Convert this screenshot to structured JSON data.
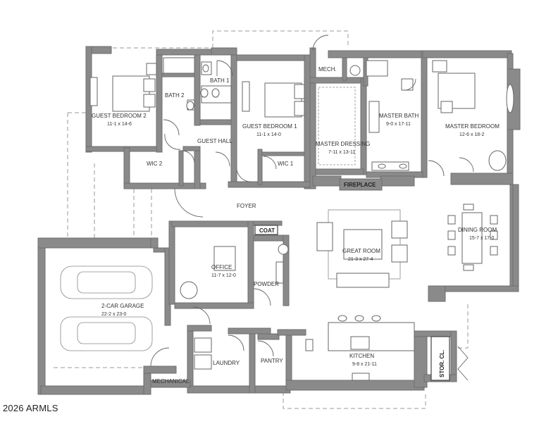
{
  "rooms": [
    {
      "id": "guest-bedroom-2",
      "name": "GUEST BEDROOM 2",
      "dim": "11-1 x 14-6"
    },
    {
      "id": "bath-2",
      "name": "BATH 2",
      "dim": ""
    },
    {
      "id": "bath-1",
      "name": "BATH 1",
      "dim": ""
    },
    {
      "id": "guest-bedroom-1",
      "name": "GUEST BEDROOM 1",
      "dim": "11-1 x 14-0"
    },
    {
      "id": "mech",
      "name": "MECH.",
      "dim": ""
    },
    {
      "id": "master-dressing",
      "name": "MASTER DRESSING",
      "dim": "7-11 x 13-11"
    },
    {
      "id": "master-bath",
      "name": "MASTER BATH",
      "dim": "9-0 x 17-11"
    },
    {
      "id": "master-bedroom",
      "name": "MASTER BEDROOM",
      "dim": "12-6 x 18-2"
    },
    {
      "id": "guest-hall",
      "name": "GUEST HALL",
      "dim": ""
    },
    {
      "id": "wic-2",
      "name": "WIC 2",
      "dim": ""
    },
    {
      "id": "wic-1",
      "name": "WIC 1",
      "dim": ""
    },
    {
      "id": "fireplace",
      "name": "FIREPLACE",
      "dim": ""
    },
    {
      "id": "foyer",
      "name": "FOYER",
      "dim": ""
    },
    {
      "id": "coat",
      "name": "COAT",
      "dim": ""
    },
    {
      "id": "dining-room",
      "name": "DINING ROOM",
      "dim": "15-7 x 17-0"
    },
    {
      "id": "office",
      "name": "OFFICE",
      "dim": "11-7 x 12-0"
    },
    {
      "id": "great-room",
      "name": "GREAT ROOM",
      "dim": "21-3 x 27-4"
    },
    {
      "id": "powder",
      "name": "POWDER",
      "dim": ""
    },
    {
      "id": "garage",
      "name": "2-CAR GARAGE",
      "dim": "22-2 x 23-0"
    },
    {
      "id": "laundry",
      "name": "LAUNDRY",
      "dim": ""
    },
    {
      "id": "pantry",
      "name": "PANTRY",
      "dim": ""
    },
    {
      "id": "kitchen",
      "name": "KITCHEN",
      "dim": "9-8 x 21-11"
    },
    {
      "id": "stor-cl",
      "name": "STOR. CL.",
      "dim": ""
    },
    {
      "id": "mechanical",
      "name": "MECHANICAL",
      "dim": ""
    }
  ],
  "copyright": "2026 ARMLS"
}
